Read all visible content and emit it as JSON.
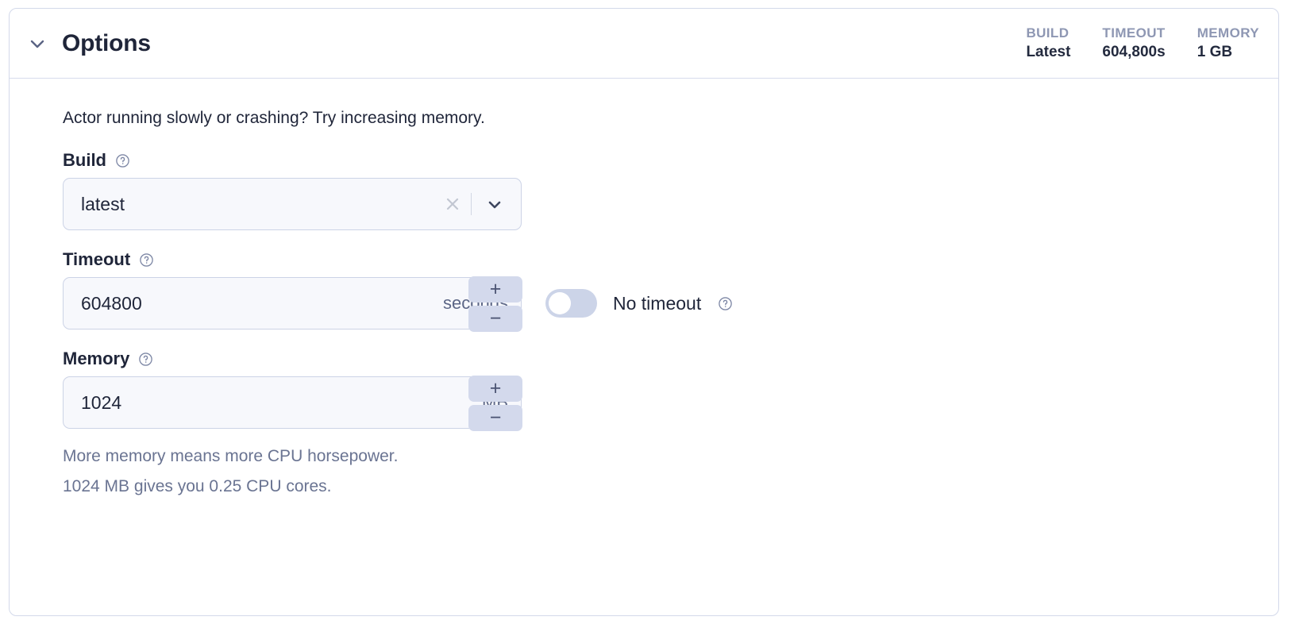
{
  "panel": {
    "title": "Options",
    "collapse_icon": "chevron-down-icon",
    "stats": [
      {
        "label": "BUILD",
        "value": "Latest"
      },
      {
        "label": "TIMEOUT",
        "value": "604,800s"
      },
      {
        "label": "MEMORY",
        "value": "1 GB"
      }
    ],
    "intro": "Actor running slowly or crashing? Try increasing memory.",
    "build": {
      "label": "Build",
      "help_icon": "question-mark-circle-icon",
      "value": "latest",
      "clear_icon": "close-x-icon",
      "dropdown_icon": "chevron-down-icon"
    },
    "timeout": {
      "label": "Timeout",
      "help_icon": "question-mark-circle-icon",
      "value": "604800",
      "unit": "seconds",
      "increment_label": "+",
      "decrement_label": "−",
      "no_timeout_label": "No timeout",
      "no_timeout_help_icon": "question-mark-circle-icon",
      "no_timeout_enabled": false
    },
    "memory": {
      "label": "Memory",
      "help_icon": "question-mark-circle-icon",
      "value": "1024",
      "unit": "MB",
      "increment_label": "+",
      "decrement_label": "−",
      "helper_line1": "More memory means more CPU horsepower.",
      "helper_line2": "1024 MB gives you 0.25 CPU cores."
    }
  },
  "colors": {
    "panel_border": "#d3d9ea",
    "text_primary": "#1f2539",
    "text_muted": "#6a7492",
    "stat_label": "#8e97b3",
    "input_bg": "#f7f8fc",
    "input_border": "#ccd3e6",
    "stepper_bg": "#d3d9ec",
    "toggle_track": "#ccd4e8"
  }
}
